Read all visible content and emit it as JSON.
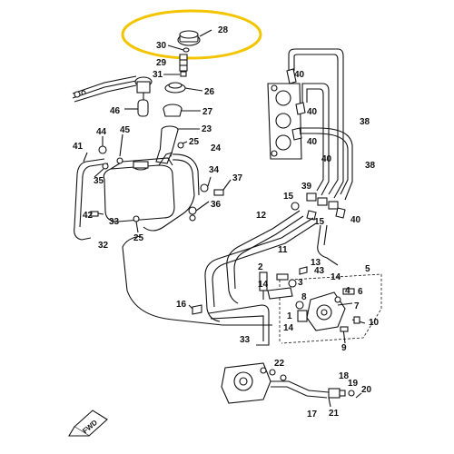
{
  "highlight_color": "#f3c500",
  "labels": {
    "p28": "28",
    "p30": "30",
    "p29": "29",
    "p31": "31",
    "p26": "26",
    "p27": "27",
    "p46": "46",
    "p23": "23",
    "p45": "45",
    "p41": "41",
    "p44": "44",
    "p25a": "25",
    "p24": "24",
    "p35": "35",
    "p34": "34",
    "p37": "37",
    "p36": "36",
    "p42": "42",
    "p33a": "33",
    "p25b": "25",
    "p32": "32",
    "p40a": "40",
    "p40b": "40",
    "p40c": "40",
    "p40d": "40",
    "p40e": "40",
    "p38a": "38",
    "p38b": "38",
    "p39": "39",
    "p15a": "15",
    "p15b": "15",
    "p12": "12",
    "p11": "11",
    "p13": "13",
    "p43": "43",
    "p14a": "14",
    "p14b": "14",
    "p14c": "14",
    "p5": "5",
    "p2": "2",
    "p3": "3",
    "p4": "4",
    "p6": "6",
    "p7": "7",
    "p8": "8",
    "p1": "1",
    "p10": "10",
    "p9": "9",
    "p16": "16",
    "p33b": "33",
    "p22": "22",
    "p17": "17",
    "p18": "18",
    "p19": "19",
    "p20": "20",
    "p21": "21",
    "fwd": "FWD"
  }
}
